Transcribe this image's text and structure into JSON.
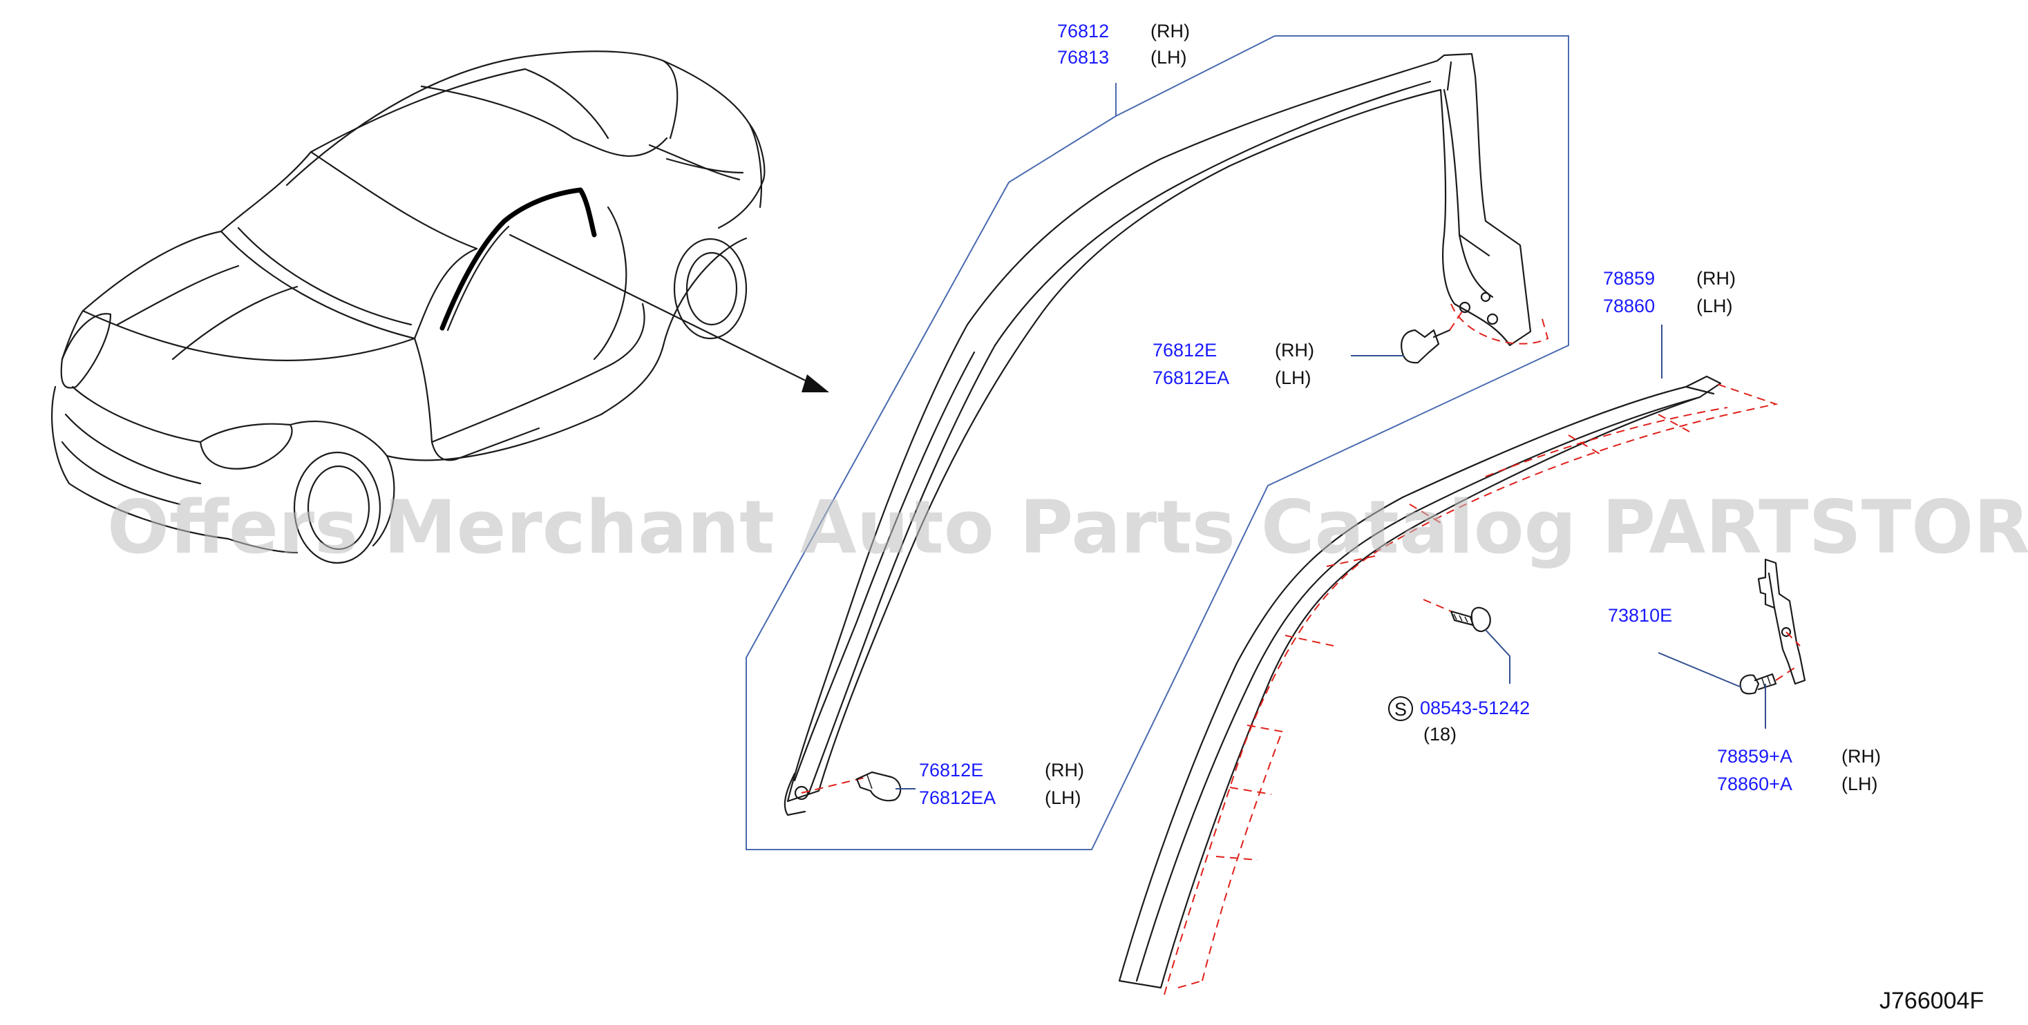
{
  "callouts": {
    "trim_upper": [
      {
        "part": "76812",
        "side": "(RH)"
      },
      {
        "part": "76813",
        "side": "(LH)"
      }
    ],
    "clip_upper": [
      {
        "part": "76812E",
        "side": "(RH)"
      },
      {
        "part": "76812EA",
        "side": "(LH)"
      }
    ],
    "clip_lower": [
      {
        "part": "76812E",
        "side": "(RH)"
      },
      {
        "part": "76812EA",
        "side": "(LH)"
      }
    ],
    "weatherstrip": [
      {
        "part": "78859",
        "side": "(RH)"
      },
      {
        "part": "78860",
        "side": "(LH)"
      }
    ],
    "screw": {
      "symbol": "S",
      "part": "08543-51242",
      "qty": "(18)"
    },
    "clip_small": {
      "part": "73810E"
    },
    "bracket": [
      {
        "part": "78859+A",
        "side": "(RH)"
      },
      {
        "part": "78860+A",
        "side": "(LH)"
      }
    ]
  },
  "watermark": "Offers Merchant Auto Parts Catalog PARTSTORE.SA",
  "diagram_code": "J766004F",
  "colors": {
    "part_number": "#1a1aff",
    "leader": "#2f4f8f",
    "phantom": "#e0201a",
    "watermark": "#bdbdbd"
  }
}
